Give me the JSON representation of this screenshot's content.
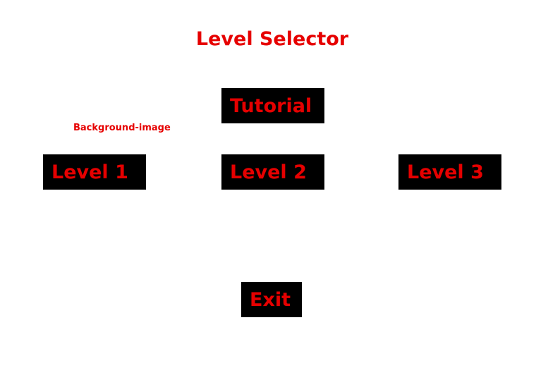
{
  "title": "Level Selector",
  "background_label": "Background-image",
  "buttons": {
    "tutorial": "Tutorial",
    "level1": "Level 1",
    "level2": "Level 2",
    "level3": "Level 3",
    "exit": "Exit"
  },
  "colors": {
    "accent": "#e60000",
    "button_bg": "#000000",
    "page_bg": "#ffffff"
  }
}
